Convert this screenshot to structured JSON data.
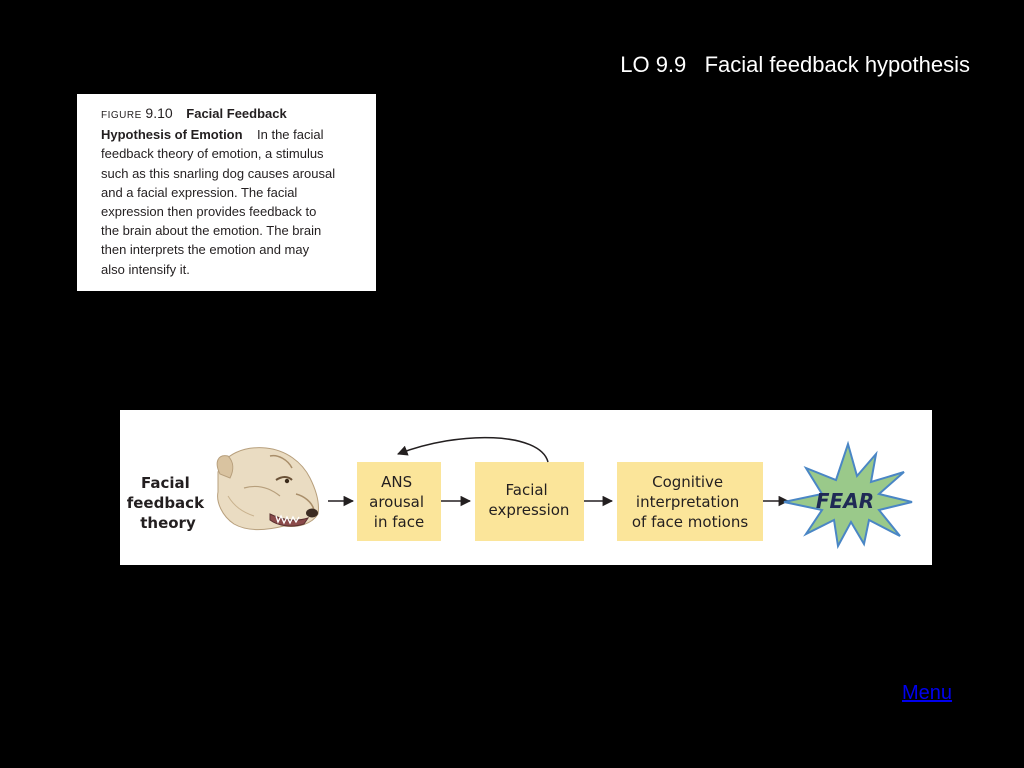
{
  "slide": {
    "title": "LO 9.9   Facial feedback hypothesis"
  },
  "figure_caption": {
    "label": "FIGURE",
    "number": "9.10",
    "title_line1": "Facial Feedback",
    "title_line2": "Hypothesis of Emotion",
    "body": [
      "In the facial",
      "feedback theory of emotion, a stimulus",
      "such as this snarling dog causes arousal",
      "and a facial expression. The facial",
      "expression then provides feedback to",
      "the brain about the emotion. The brain",
      "then interprets the emotion and may",
      "also intensify it."
    ]
  },
  "diagram": {
    "theory_label": [
      "Facial",
      "feedback",
      "theory"
    ],
    "stimulus_image": "snarling-dog",
    "boxes": [
      {
        "lines": [
          "ANS",
          "arousal",
          "in face"
        ]
      },
      {
        "lines": [
          "Facial",
          "expression"
        ]
      },
      {
        "lines": [
          "Cognitive",
          "interpretation",
          "of face motions"
        ]
      }
    ],
    "outcome": "FEAR",
    "colors": {
      "box_fill": "#fbe59a",
      "burst_fill": "#9ac98a",
      "burst_outline": "#4a86c5"
    }
  },
  "nav": {
    "menu_label": "Menu"
  }
}
